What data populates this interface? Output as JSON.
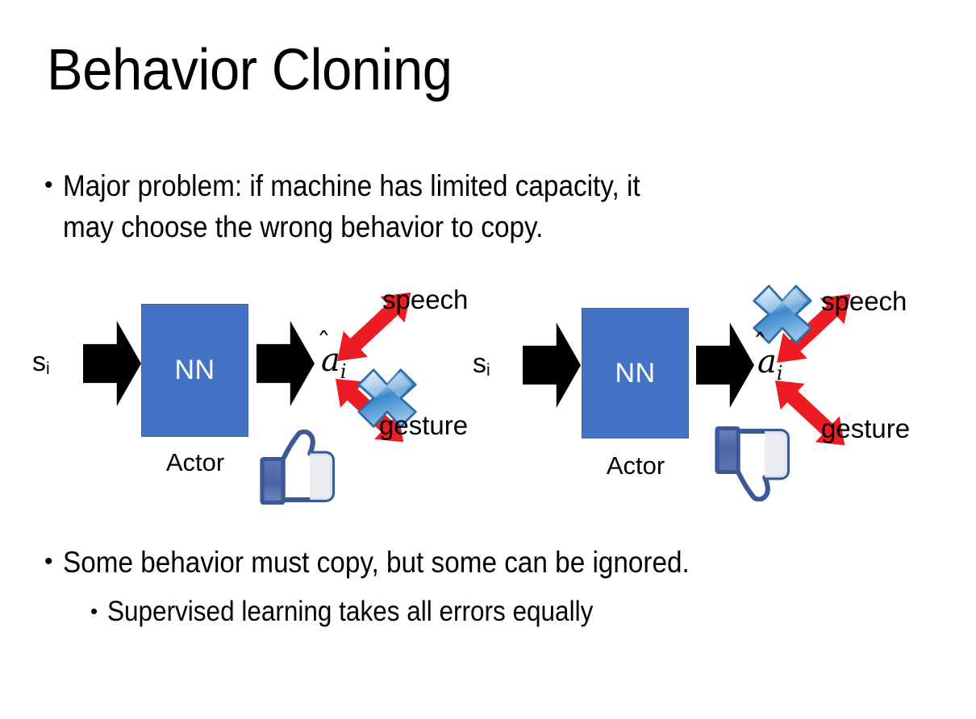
{
  "slide": {
    "title": "Behavior Cloning",
    "background_color": "#FFFFFF",
    "bullets": [
      {
        "marker": "•",
        "level": 1,
        "text": "Major problem: if machine has limited capacity, it\nmay choose the wrong behavior to copy."
      },
      {
        "marker": "•",
        "level": 1,
        "text": "Some behavior must copy, but some can be ignored."
      },
      {
        "marker": "•",
        "level": 2,
        "text": "Supervised learning takes all errors equally"
      }
    ]
  },
  "colors": {
    "nn_box_fill": "#4472C4",
    "nn_box_border": "#3A62AD",
    "arrow_black": "#000000",
    "arrow_red": "#ED1C24",
    "cross_blue_light": "#DCEBFA",
    "cross_blue_mid": "#5B9BD5",
    "cross_blue_dark": "#2E75B6",
    "thumb_outline": "#3B5998",
    "thumb_cuff": "#4A66A0",
    "thumb_fill": "#FFFFFF",
    "text_black": "#000000"
  },
  "diagrams": [
    {
      "id": "left",
      "caption": "Actor",
      "input_label": "s",
      "input_subscript": "i",
      "box_label": "NN",
      "output_label": "a",
      "output_subscript": "i",
      "output_accent": "hat",
      "branches": [
        {
          "label": "speech",
          "crossed_out": false
        },
        {
          "label": "gesture",
          "crossed_out": true
        }
      ],
      "feedback_icon": "thumbs-up-icon",
      "feedback_value": "positive"
    },
    {
      "id": "right",
      "caption": "Actor",
      "input_label": "s",
      "input_subscript": "i",
      "box_label": "NN",
      "output_label": "a",
      "output_subscript": "i",
      "output_accent": "hat",
      "branches": [
        {
          "label": "speech",
          "crossed_out": true
        },
        {
          "label": "gesture",
          "crossed_out": false
        }
      ],
      "feedback_icon": "thumbs-down-icon",
      "feedback_value": "negative"
    }
  ]
}
